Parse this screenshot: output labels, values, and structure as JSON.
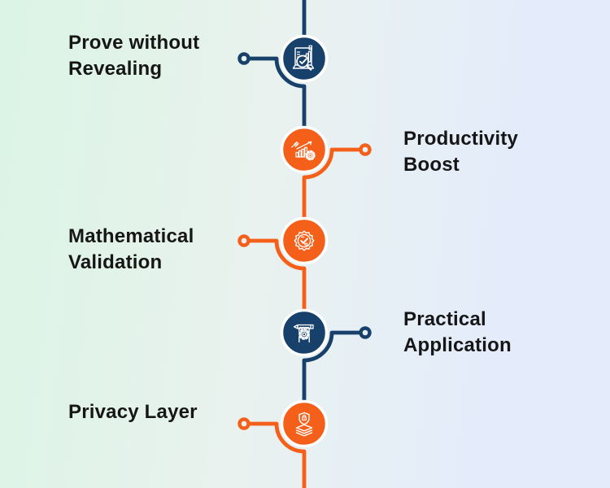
{
  "colors": {
    "navy": "#17406B",
    "orange": "#F4601A",
    "label_text": "#161616",
    "background_left": "#DBF4E5",
    "background_right": "#E4ECFB",
    "icon_stroke": "#FFFFFF"
  },
  "timeline": {
    "items": [
      {
        "title_line1": "Prove without",
        "title_line2": "Revealing",
        "side": "left",
        "color_name": "navy",
        "icon": "analytics-magnifier-icon"
      },
      {
        "title_line1": "Productivity",
        "title_line2": "Boost",
        "side": "right",
        "color_name": "orange",
        "icon": "growth-chart-gear-rocket-icon"
      },
      {
        "title_line1": "Mathematical",
        "title_line2": "Validation",
        "side": "left",
        "color_name": "orange",
        "icon": "certified-badge-check-icon"
      },
      {
        "title_line1": "Practical",
        "title_line2": "Application",
        "side": "right",
        "color_name": "navy",
        "icon": "hand-pencil-gear-icon"
      },
      {
        "title_line1": "Privacy Layer",
        "title_line2": "",
        "side": "left",
        "color_name": "orange",
        "icon": "shield-lock-layers-icon"
      }
    ]
  }
}
